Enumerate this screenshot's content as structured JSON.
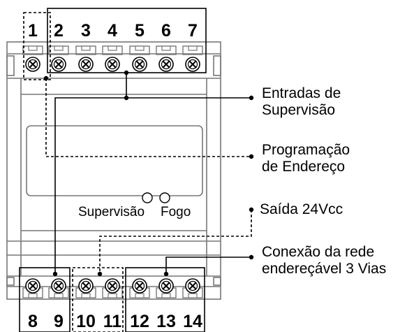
{
  "top_terminals": [
    "1",
    "2",
    "3",
    "4",
    "5",
    "6",
    "7"
  ],
  "bottom_terminals": [
    "8",
    "9",
    "10",
    "11",
    "12",
    "13",
    "14"
  ],
  "callouts": {
    "supervision_inputs": [
      "Entradas de",
      "Supervisão"
    ],
    "address_programming": [
      "Programação",
      "de Endereço"
    ],
    "output_24v": [
      "Saída 24Vcc"
    ],
    "network_connection": [
      "Conexão da rede",
      "endereçável 3 Vias"
    ]
  },
  "leds": {
    "supervision_label": "Supervisão",
    "fire_label": "Fogo"
  },
  "colors": {
    "line": "#000000",
    "body_outline": "#777777",
    "screw_fill": "#ffffff"
  }
}
